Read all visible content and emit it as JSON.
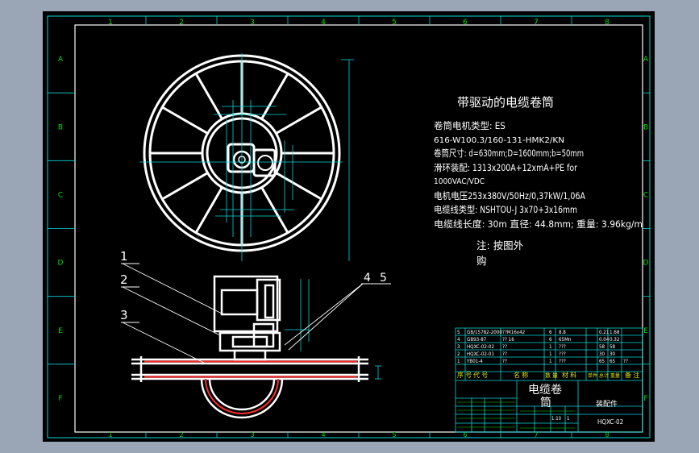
{
  "drawing": {
    "title": "带驱动的电缆卷筒",
    "specs": [
      "卷筒电机类型: ES",
      "616-W100.3/160-131-HMK2/KN",
      "卷筒尺寸: d=630mm;D=1600mm;b=50mm",
      "滑环装配: 1313x200A+12xmA+PE for",
      "1000VAC/VDC",
      "电机电压253x380V/50Hz/0,37kW/1,06A",
      "电缆线类型: NSHTOU-J 3x70+3x16mm",
      "电缆线长度: 30m  直径: 44.8mm;  重量: 3.96kg/m"
    ],
    "note_line1": "注: 按图外",
    "note_line2": "购",
    "balloons": [
      "1",
      "2",
      "3",
      "4",
      "5"
    ],
    "zone_letters": [
      "A",
      "B",
      "C",
      "D",
      "E",
      "F"
    ],
    "zone_numbers": [
      "1",
      "2",
      "3",
      "4",
      "5",
      "6",
      "7",
      "8"
    ]
  },
  "bom": {
    "rows": [
      [
        "5",
        "GB/15782-2000",
        "??M16x42",
        "6",
        "8.8",
        "0.21",
        "1.68",
        ""
      ],
      [
        "4",
        "GB93-87",
        "?? 16",
        "6",
        "65Mn",
        "0.04",
        "0.32",
        ""
      ],
      [
        "3",
        "HQXC-02-02",
        "??",
        "1",
        "???",
        "58",
        "58",
        ""
      ],
      [
        "2",
        "HQXC-02-01",
        "??",
        "1",
        "???",
        "30",
        "30",
        ""
      ],
      [
        "1",
        "YB01-4",
        "??",
        "1",
        "???",
        "65",
        "65",
        "??"
      ]
    ],
    "header": [
      "序 号",
      "代 号",
      "名 称",
      "数 量",
      "材 料",
      "单件 总计 重量",
      "备 注"
    ],
    "drawing_name_line1": "电缆卷",
    "drawing_name_line2": "筒",
    "assembly_label": "装配件",
    "drawing_code": "HQXC-02",
    "scale": "1:10",
    "sheet": "1"
  }
}
